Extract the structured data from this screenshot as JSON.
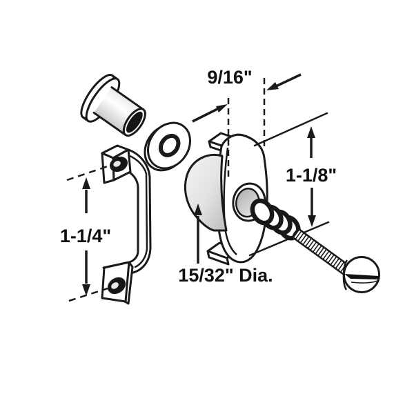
{
  "diagram": {
    "background_color": "#ffffff",
    "line_color": "#1a1a1a",
    "shade_light": "#f2f2f2",
    "shade_dark": "#bdbdbd",
    "labels": {
      "width": "9/16\"",
      "height": "1-1/8\"",
      "handle_length": "1-1/4\"",
      "diameter": "15/32\" Dia."
    }
  }
}
